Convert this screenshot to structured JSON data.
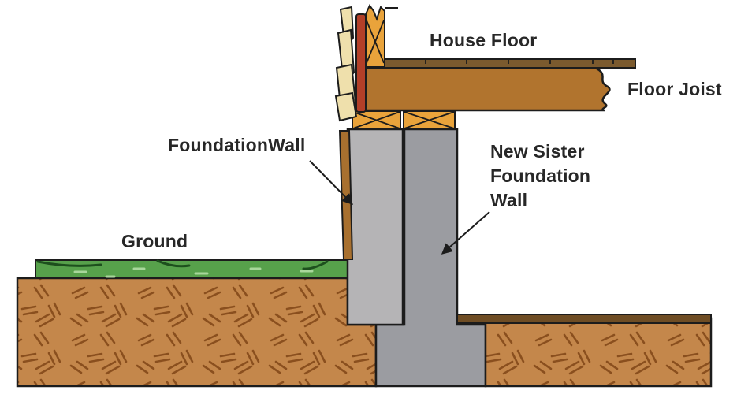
{
  "labels": {
    "house_floor": "House Floor",
    "floor_joist": "Floor Joist",
    "foundation_wall": "FoundationWall",
    "new_sister_foundation_wall": [
      "New Sister",
      "Foundation",
      "Wall"
    ],
    "ground": "Ground"
  },
  "colors": {
    "background": "#ffffff",
    "outline": "#1c1c1c",
    "text": "#272727",
    "soil": "#c4874b",
    "soil_hatch": "#8a4f1e",
    "soil_top_band": "#6f4d24",
    "grass": "#57a14b",
    "grass_dark": "#1d4f1d",
    "grass_light": "#a8d79b",
    "old_wall": "#b5b4b6",
    "new_wall": "#9b9ca1",
    "joist": "#b1742e",
    "floor_board": "#7b5a2e",
    "sill": "#e9a33b",
    "sheathing_red": "#b23f28",
    "siding": "#efe0ac",
    "exterior_board": "#a8702f"
  }
}
